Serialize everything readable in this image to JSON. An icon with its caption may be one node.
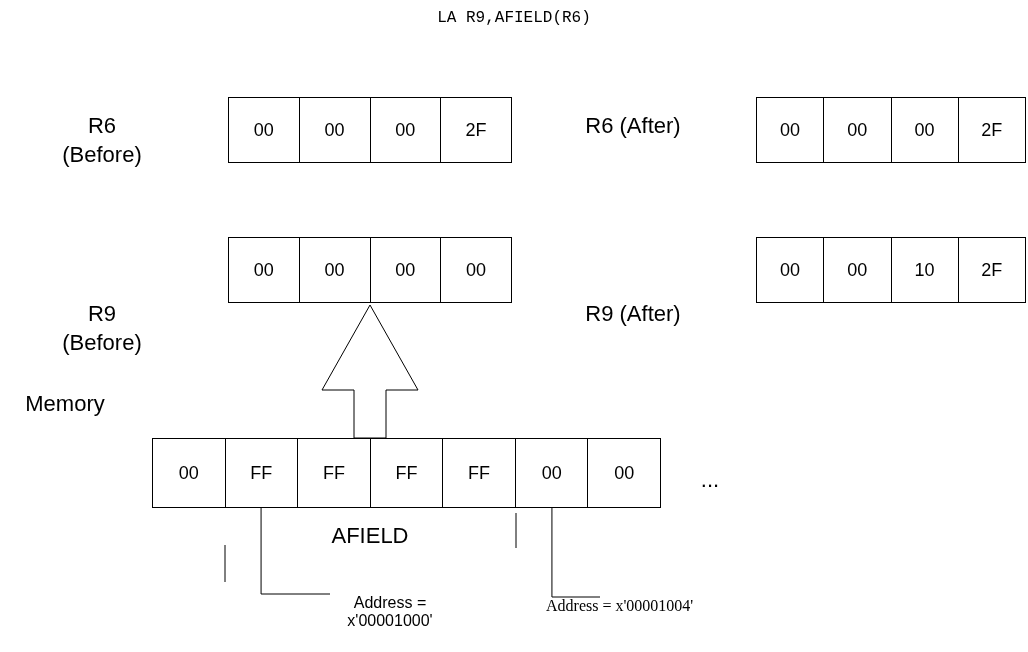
{
  "diagram": {
    "title": "LA R9,AFIELD(R6)",
    "nodes": [
      {
        "text": [],
        "shape": "box"
      },
      {
        "text": [
          "00"
        ],
        "in": 0
      },
      {
        "text": [
          "00"
        ],
        "in": 0
      },
      {
        "text": [
          "00"
        ],
        "in": 0
      },
      {
        "text": [
          "2F"
        ],
        "in": 0
      },
      {
        "text": [],
        "shape": "box"
      },
      {
        "text": [
          "00"
        ],
        "in": 5
      },
      {
        "text": [
          "00"
        ],
        "in": 5
      },
      {
        "text": [
          "00"
        ],
        "in": 5
      },
      {
        "text": [
          "2F"
        ],
        "in": 5
      },
      {
        "text": [],
        "shape": "box"
      },
      {
        "text": [
          "00"
        ],
        "in": 10
      },
      {
        "text": [
          "00"
        ],
        "in": 10
      },
      {
        "text": [
          "00"
        ],
        "in": 10
      },
      {
        "text": [
          "00"
        ],
        "in": 10
      },
      {
        "text": [],
        "shape": "box"
      },
      {
        "text": [
          "00"
        ],
        "in": 15
      },
      {
        "text": [
          "00"
        ],
        "in": 15
      },
      {
        "text": [
          "10"
        ],
        "in": 15
      },
      {
        "text": [
          "2F"
        ],
        "in": 15
      },
      {
        "text": [],
        "shape": "box"
      },
      {
        "text": [
          "00"
        ],
        "in": 20
      },
      {
        "text": [
          "FF"
        ],
        "in": 20
      },
      {
        "text": [
          "FF"
        ],
        "in": 20
      },
      {
        "text": [
          "FF"
        ],
        "in": 20
      },
      {
        "text": [
          "FF"
        ],
        "in": 20
      },
      {
        "text": [
          "00"
        ],
        "in": 20
      },
      {
        "text": [
          "00"
        ],
        "in": 20
      },
      {
        "text": [
          "Address = x'00001000'"
        ]
      },
      {
        "text": [
          "Address = x'00001004'"
        ]
      }
    ],
    "edges": [
      {
        "from": 20,
        "to": 10,
        "arrow": "to",
        "style": "thick"
      },
      {
        "from": 28,
        "to": 22,
        "arrow": "none"
      },
      {
        "from": 29,
        "to": 26,
        "arrow": "none"
      }
    ],
    "labels": [
      "R6 (Before)",
      "R6 (After)",
      "R9 (Before)",
      "R9 (After)",
      "Memory",
      "...",
      "AFIELD"
    ]
  }
}
